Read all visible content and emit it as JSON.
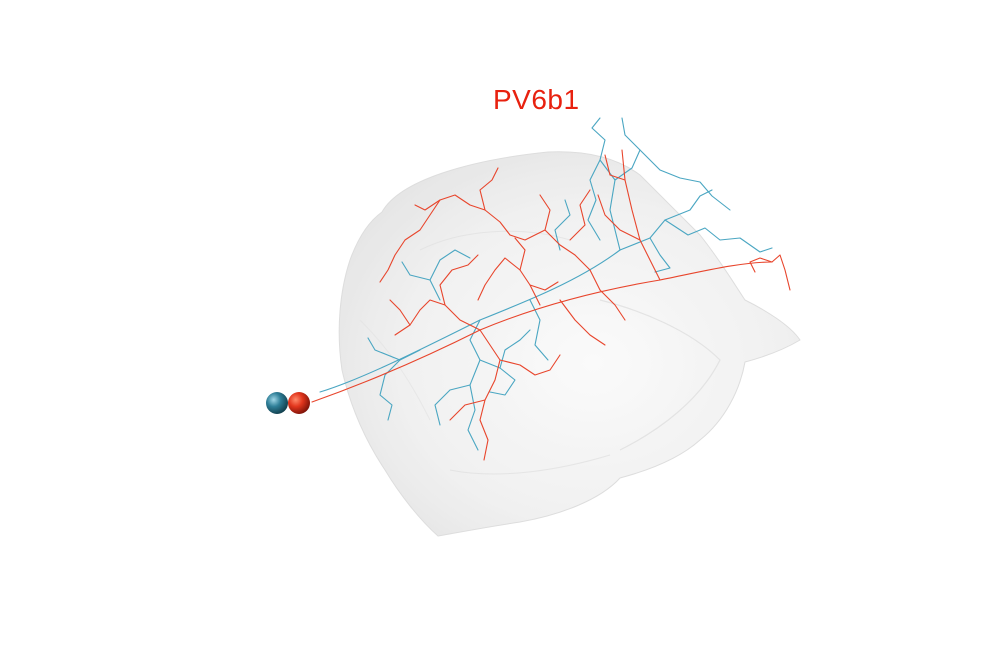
{
  "title": "PV6b1",
  "colors": {
    "title": "#e8210f",
    "neuron_red": "#e8452c",
    "neuron_blue": "#4aa6c2",
    "mesh_fill": "#e6e6e6",
    "background": "#ffffff"
  },
  "neurons": [
    {
      "color_key": "neuron_red",
      "soma": "red-sphere"
    },
    {
      "color_key": "neuron_blue",
      "soma": "blue-sphere"
    }
  ]
}
